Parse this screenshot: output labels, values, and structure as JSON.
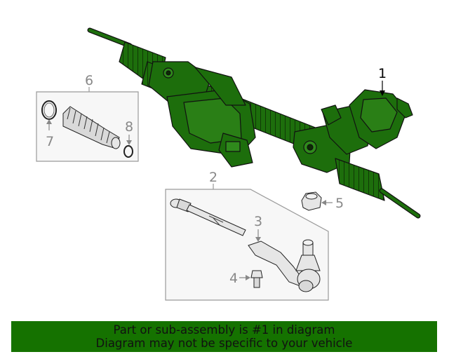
{
  "callouts": {
    "c1": "1",
    "c2": "2",
    "c3": "3",
    "c4": "4",
    "c5": "5",
    "c6": "6",
    "c7": "7",
    "c8": "8"
  },
  "banner": {
    "line1": "Part or sub-assembly is #1 in diagram",
    "line2": "Diagram may not be specific to your vehicle"
  },
  "colors": {
    "highlight_part": "#1d6e0c",
    "banner_bg": "#157200",
    "line_gray": "#9a9a9a"
  }
}
